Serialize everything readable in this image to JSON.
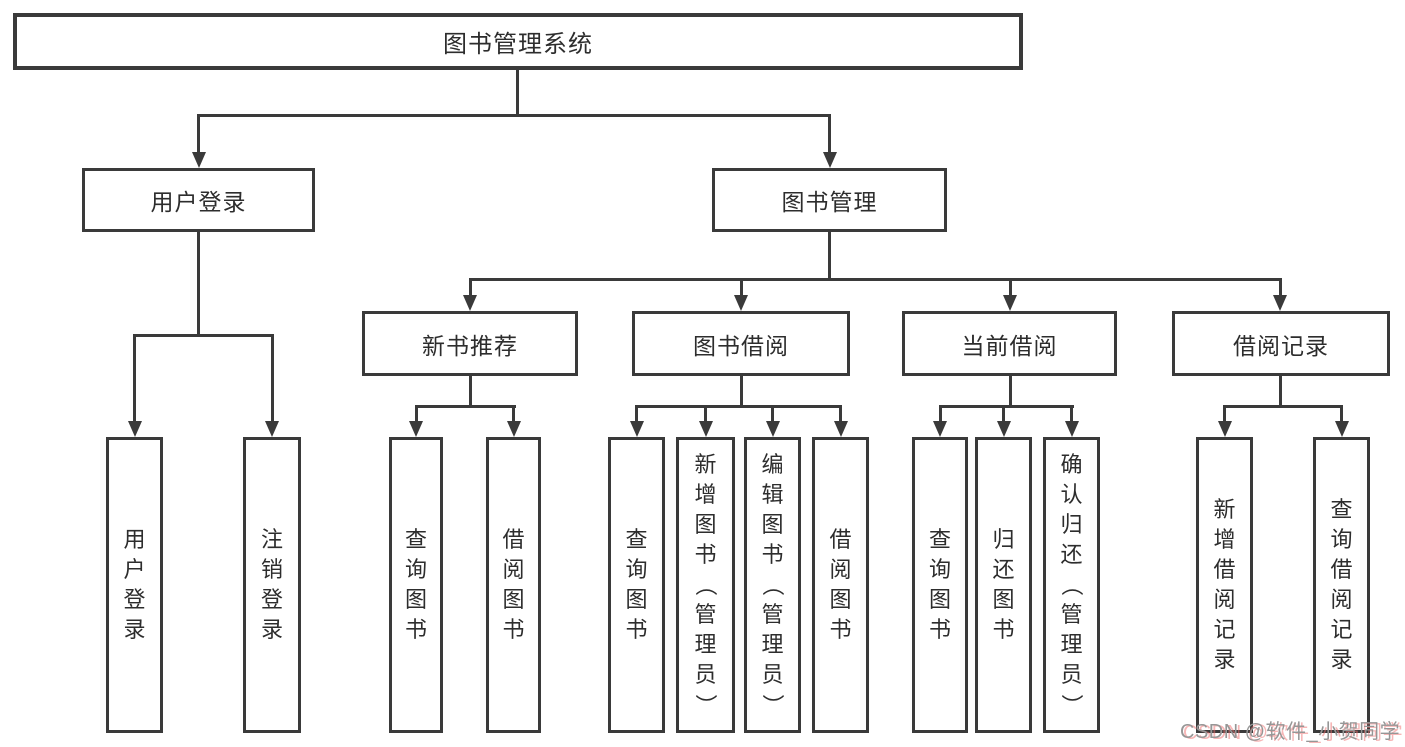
{
  "diagram": {
    "root": {
      "label": "图书管理系统"
    },
    "level2": [
      {
        "label": "用户登录"
      },
      {
        "label": "图书管理"
      }
    ],
    "level3": [
      {
        "label": "新书推荐"
      },
      {
        "label": "图书借阅"
      },
      {
        "label": "当前借阅"
      },
      {
        "label": "借阅记录"
      }
    ],
    "leaves": [
      {
        "label": "用户登录"
      },
      {
        "label": "注销登录"
      },
      {
        "label": "查询图书"
      },
      {
        "label": "借阅图书"
      },
      {
        "label": "查询图书"
      },
      {
        "label": "新增图书（管理员）"
      },
      {
        "label": "编辑图书（管理员）"
      },
      {
        "label": "借阅图书"
      },
      {
        "label": "查询图书"
      },
      {
        "label": "归还图书"
      },
      {
        "label": "确认归还（管理员）"
      },
      {
        "label": "新增借阅记录"
      },
      {
        "label": "查询借阅记录"
      }
    ]
  },
  "watermark": {
    "text": "CSDN @软件_小贺同学"
  },
  "colors": {
    "line": "#3a3a3a",
    "box_border": "#3a3a3a",
    "box_fill": "#ffffff",
    "text": "#2d2d2d",
    "background": "#ffffff",
    "watermark_text": "#969696",
    "watermark_shadow": "#f06e6e"
  }
}
